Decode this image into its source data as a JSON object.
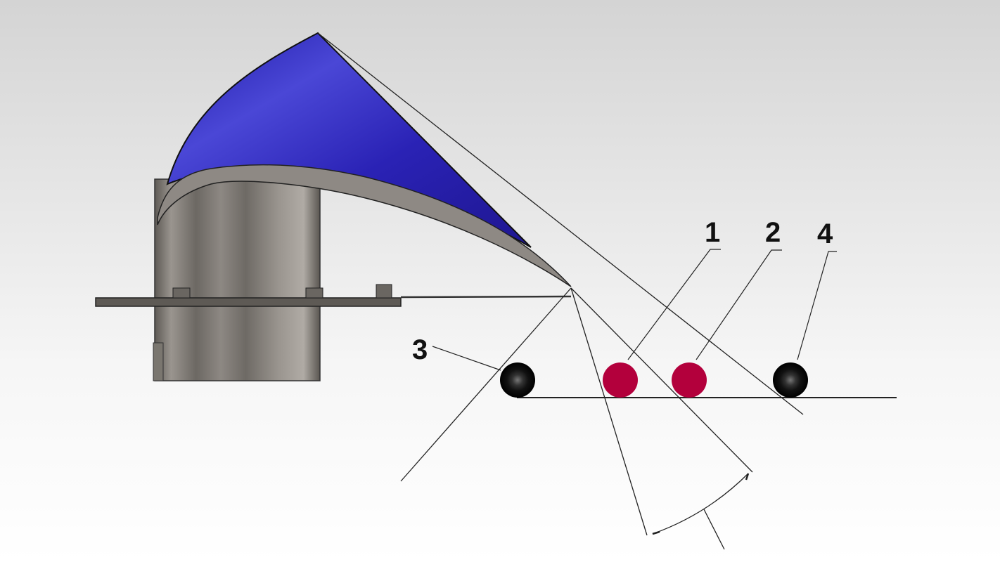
{
  "labels": {
    "roller_1": "1",
    "roller_2": "2",
    "roller_3": "3",
    "roller_4": "4"
  },
  "colors": {
    "sail": "#2b23b8",
    "active_roller": "#b3003c",
    "passive_roller": "#111111",
    "metal": "#8a8580"
  }
}
